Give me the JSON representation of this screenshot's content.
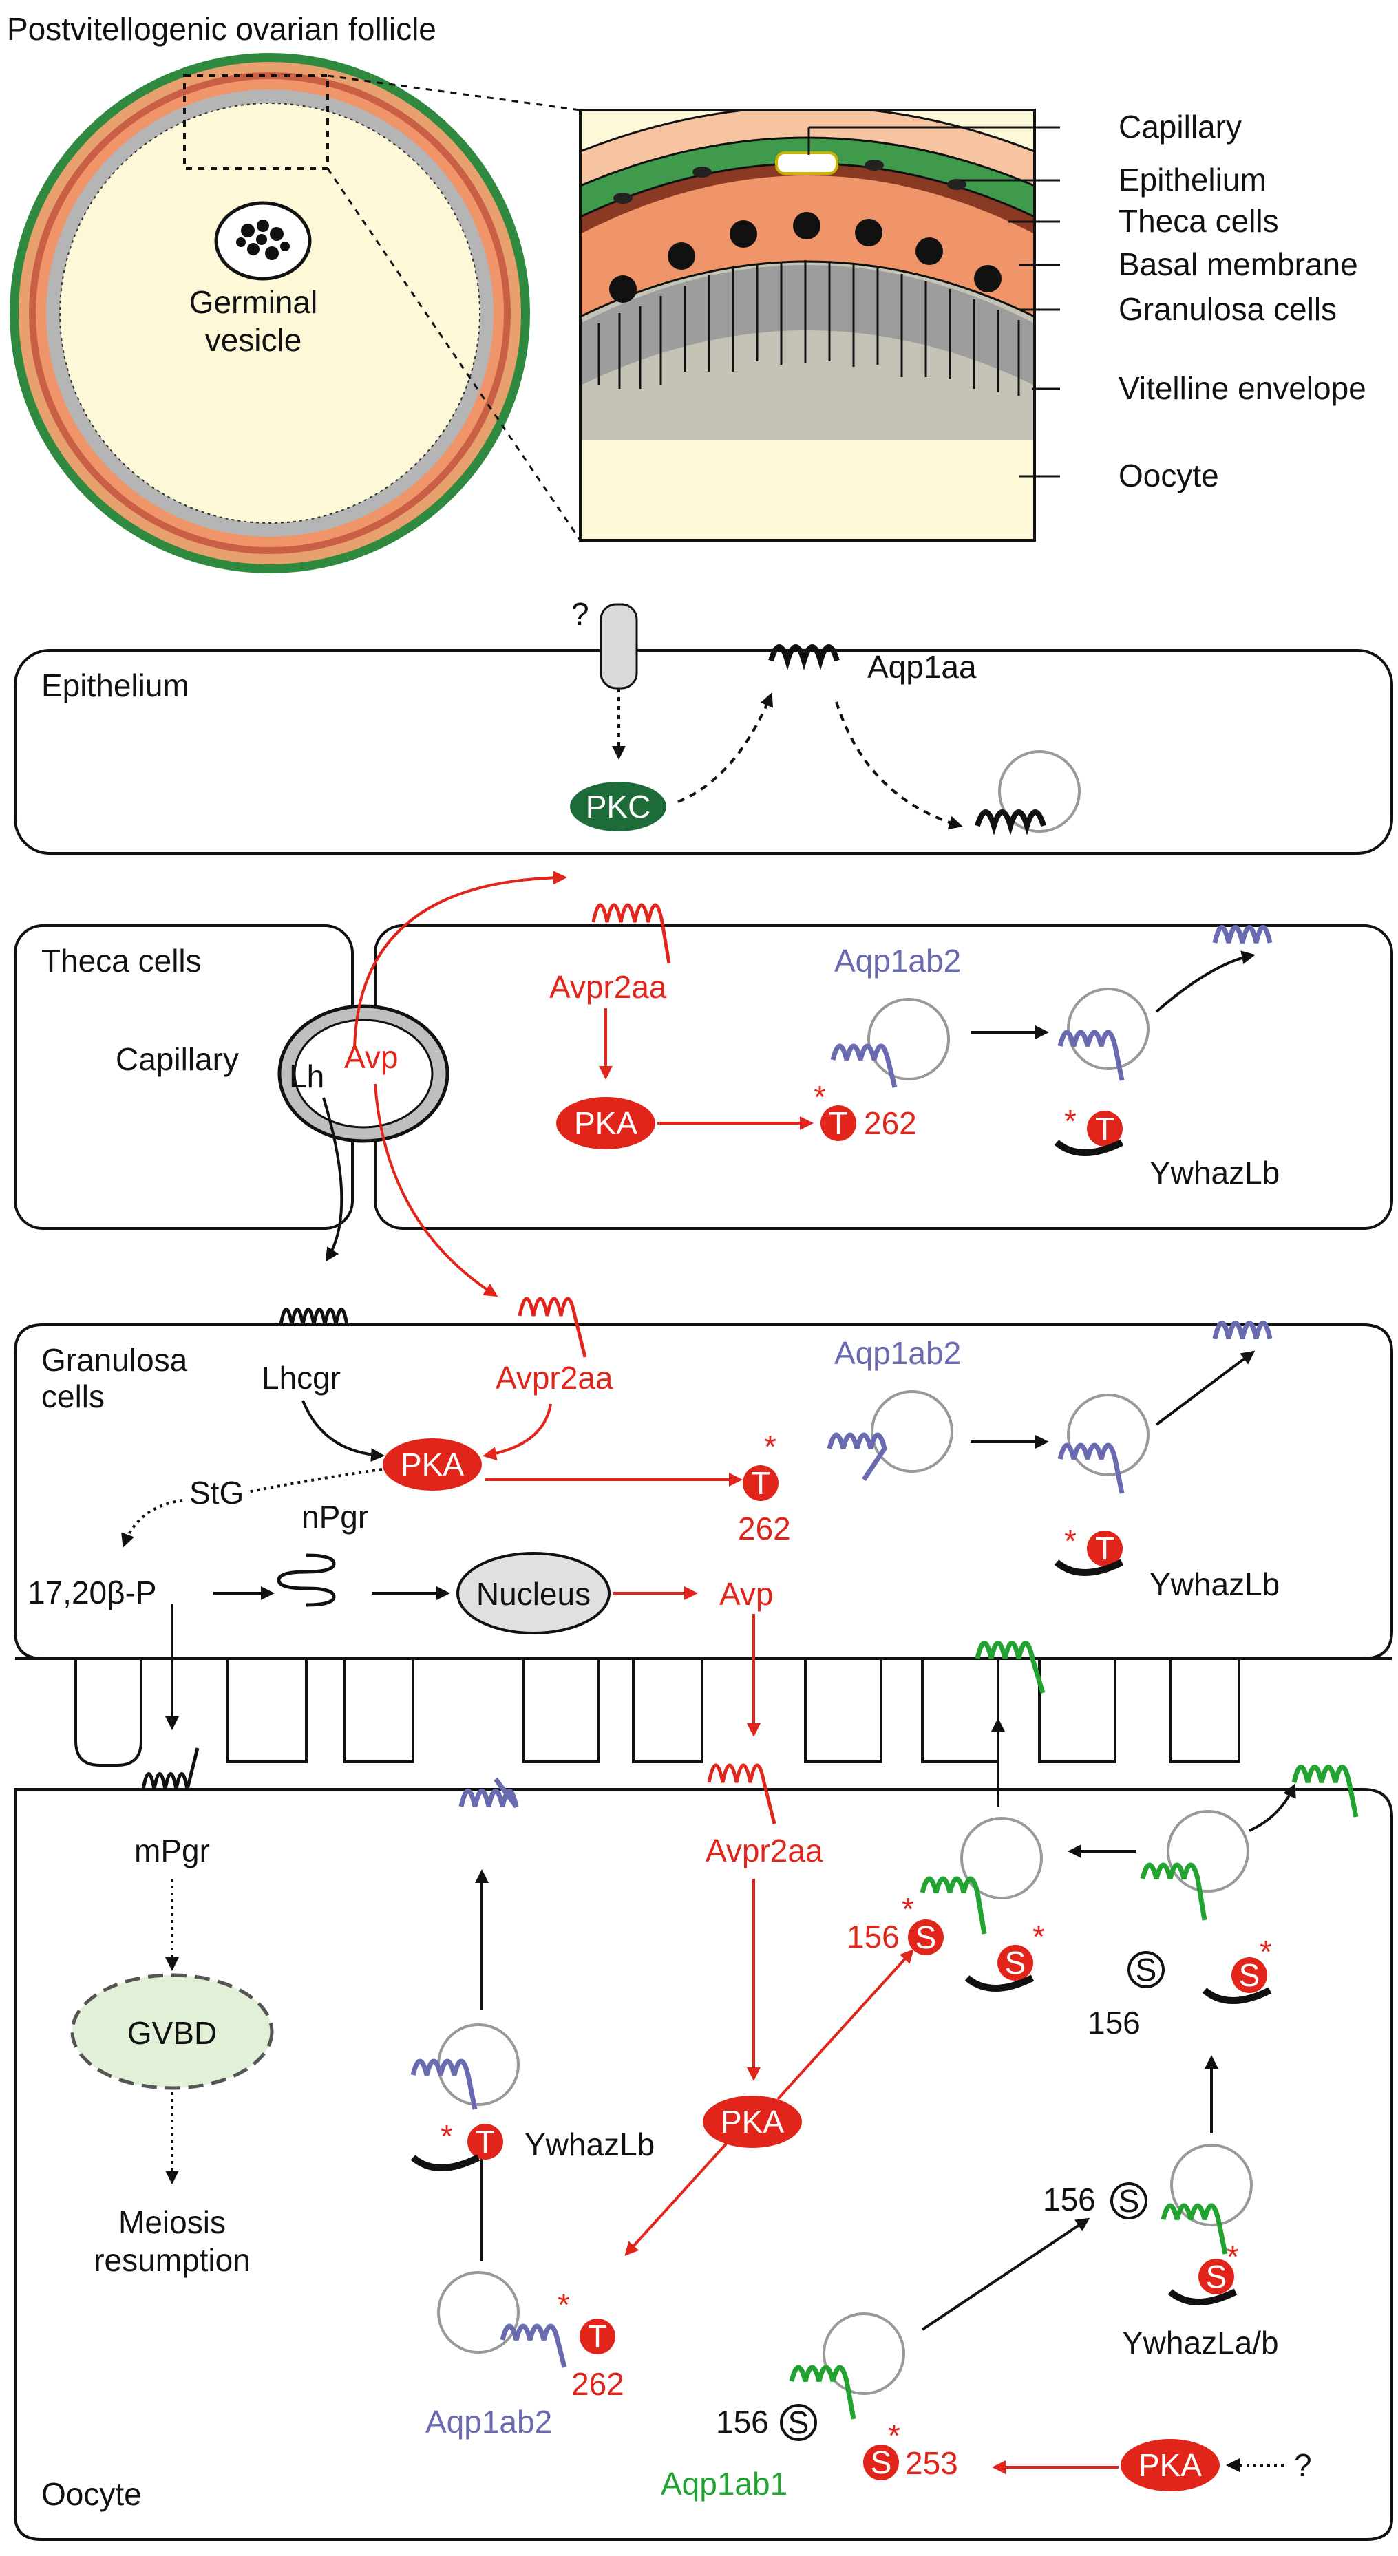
{
  "colors": {
    "red": "#e1251b",
    "blue": "#6a6ab0",
    "green": "#22a331",
    "pkc_green": "#1e6b3a",
    "granulosa_orange": "#f0956a",
    "theca_green": "#3f9a4c",
    "oocyte_yolk": "#fdf8d8",
    "envelope_gray": "#9a9a9a",
    "gvbd_fill": "#e3f0d8"
  },
  "top": {
    "title": "Postvitellogenic ovarian follicle",
    "germinal_vesicle_line1": "Germinal",
    "germinal_vesicle_line2": "vesicle",
    "legend": [
      "Capillary",
      "Epithelium",
      "Theca cells",
      "Basal membrane",
      "Granulosa cells",
      "Vitelline envelope",
      "Oocyte"
    ]
  },
  "epithelium": {
    "label": "Epithelium",
    "question": "?",
    "pkc": "PKC",
    "aqp": "Aqp1aa"
  },
  "theca": {
    "label": "Theca cells",
    "capillary": "Capillary",
    "lh": "Lh",
    "avp": "Avp",
    "avpr": "Avpr2aa",
    "pka": "PKA",
    "aqp": "Aqp1ab2",
    "t": "T",
    "site": "262",
    "star": "*",
    "ywhaz": "YwhazLb"
  },
  "granulosa": {
    "label_line1": "Granulosa",
    "label_line2": "cells",
    "lhcgr": "Lhcgr",
    "avpr": "Avpr2aa",
    "pka": "PKA",
    "stg": "StG",
    "npgr": "nPgr",
    "p": "17,20β-P",
    "nucleus": "Nucleus",
    "avp": "Avp",
    "aqp": "Aqp1ab2",
    "t": "T",
    "site": "262",
    "ywhaz": "YwhazLb"
  },
  "oocyte": {
    "label": "Oocyte",
    "mpgr": "mPgr",
    "gvbd": "GVBD",
    "meiosis_line1": "Meiosis",
    "meiosis_line2": "resumption",
    "avpr": "Avpr2aa",
    "pka": "PKA",
    "pka2": "PKA",
    "question": "?",
    "ywhaz_lb": "YwhazLb",
    "ywhaz_lab": "YwhazLa/b",
    "aqp_ab2": "Aqp1ab2",
    "aqp_ab1": "Aqp1ab1",
    "t": "T",
    "s": "S",
    "site_262": "262",
    "site_156": "156",
    "site_253": "253"
  }
}
